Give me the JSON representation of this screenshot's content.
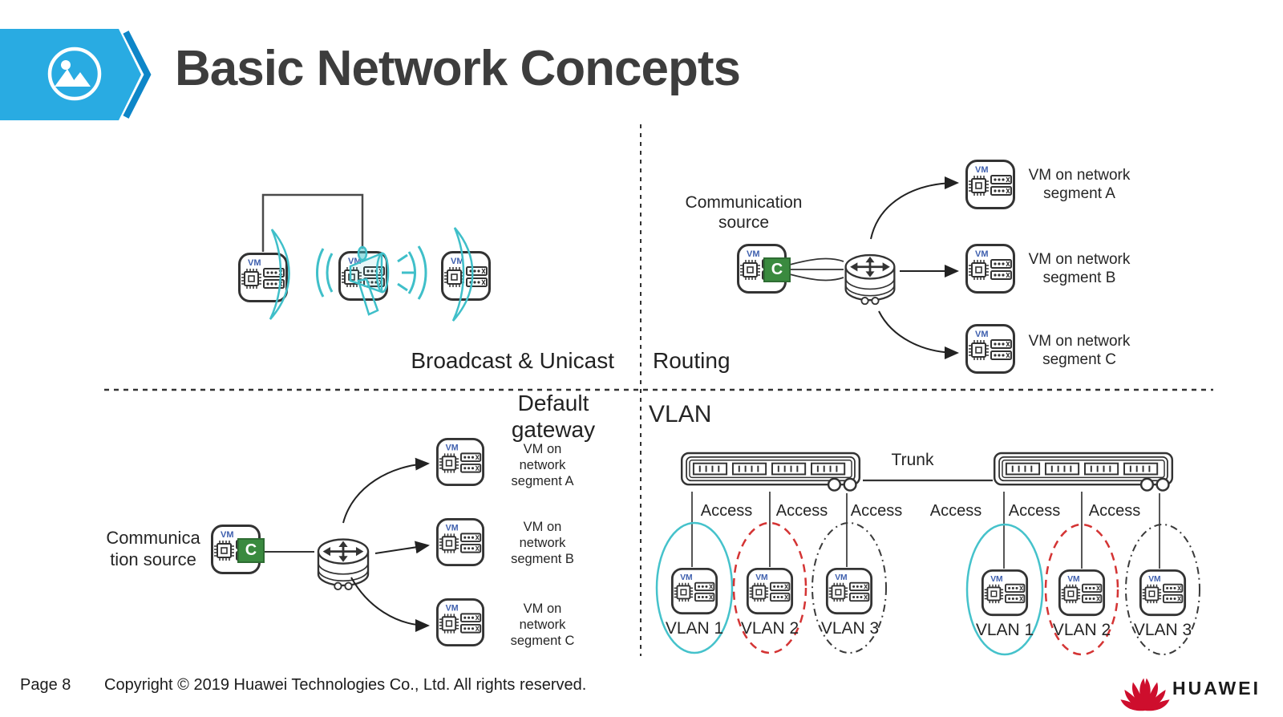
{
  "header": {
    "title": "Basic Network Concepts"
  },
  "icons": {
    "vm_label": "VM",
    "c_badge": "C",
    "banner_icon": "image-icon",
    "huawei_logo": "huawei-flower-icon"
  },
  "colors": {
    "banner_blue": "#29abe2",
    "banner_edge_blue": "#0e86c8",
    "title_gray": "#3d3d3d",
    "ink": "#333333",
    "broadcast_teal": "#3fbfc9",
    "vlan1_teal": "#45c2cb",
    "vlan2_red": "#d43434",
    "vlan3_dark": "#3a3a3a",
    "c_badge_green": "#3a8a3f",
    "huawei_red": "#ce0e2d"
  },
  "quadrant_broadcast": {
    "caption": "Broadcast & Unicast"
  },
  "quadrant_routing": {
    "caption": "Routing",
    "source": "Communication source",
    "targets": [
      "VM on network segment A",
      "VM on network segment B",
      "VM on network segment C"
    ]
  },
  "quadrant_gateway": {
    "caption": "Default gateway",
    "source": "Communica tion source",
    "targets": [
      "VM on network segment A",
      "VM on network segment B",
      "VM on network segment C"
    ]
  },
  "quadrant_vlan": {
    "caption": "VLAN",
    "trunk": "Trunk",
    "access": [
      "Access",
      "Access",
      "Access",
      "Access",
      "Access",
      "Access"
    ],
    "vlans": [
      "VLAN 1",
      "VLAN 2",
      "VLAN 3",
      "VLAN 1",
      "VLAN 2",
      "VLAN 3"
    ]
  },
  "footer": {
    "page": "Page 8",
    "copyright": "Copyright © 2019 Huawei Technologies Co., Ltd. All rights reserved.",
    "brand": "HUAWEI"
  }
}
